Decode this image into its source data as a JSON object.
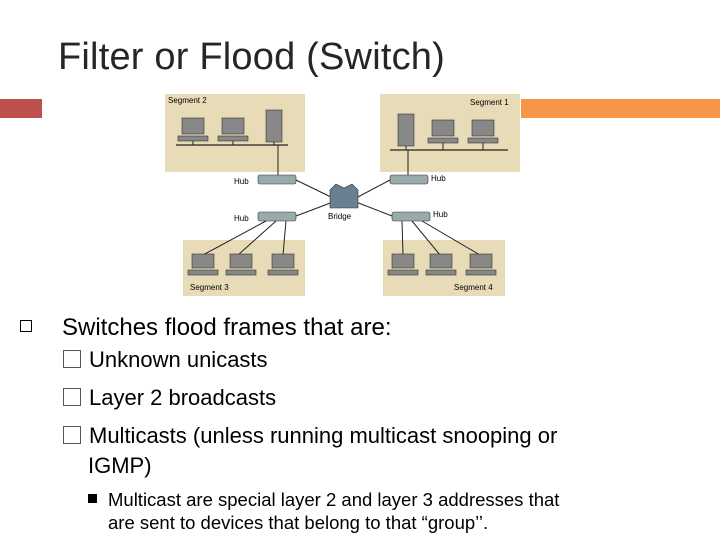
{
  "slide": {
    "title": "Filter or Flood (Switch)",
    "accent_left": "#c0504d",
    "accent_right": "#f79646"
  },
  "diagram": {
    "segments": [
      "Segment 2",
      "Segment 1",
      "Segment 3",
      "Segment 4"
    ],
    "hub_label": "Hub",
    "bridge_label": "Bridge",
    "segment_bg": "#e8dcb8"
  },
  "content": {
    "main_bullet": "Switches flood frames that are:",
    "sub_bullets": [
      "Unknown unicasts",
      "Layer 2 broadcasts",
      "Multicasts (unless running multicast snooping or",
      "IGMP)"
    ],
    "sub_sub_bullet_line1": "Multicast are special layer 2 and layer 3 addresses that",
    "sub_sub_bullet_line2": "are sent to devices that belong to that “group’’."
  }
}
